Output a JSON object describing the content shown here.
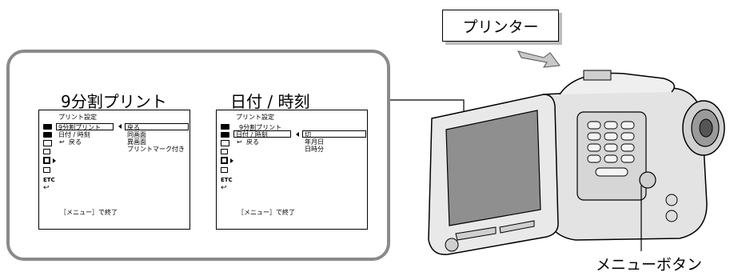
{
  "printer_label": "プリンター",
  "menu_button_label": "メニューボタン",
  "screen_left": {
    "title": "9分割プリント",
    "header": "プリント設定",
    "items": [
      "9分割プリント",
      "日付 / 時刻",
      "戻る"
    ],
    "options": [
      "戻る",
      "同画面",
      "異画面",
      "プリントマーク付き"
    ],
    "etc_label": "ETC",
    "footer": "［メニュー］で終了"
  },
  "screen_right": {
    "title": "日付 / 時刻",
    "header": "プリント設定",
    "items": [
      "9分割プリント",
      "日付 / 時刻",
      "戻る"
    ],
    "options": [
      "切",
      "年月日",
      "日時分"
    ],
    "etc_label": "ETC",
    "footer": "［メニュー］で終了"
  }
}
